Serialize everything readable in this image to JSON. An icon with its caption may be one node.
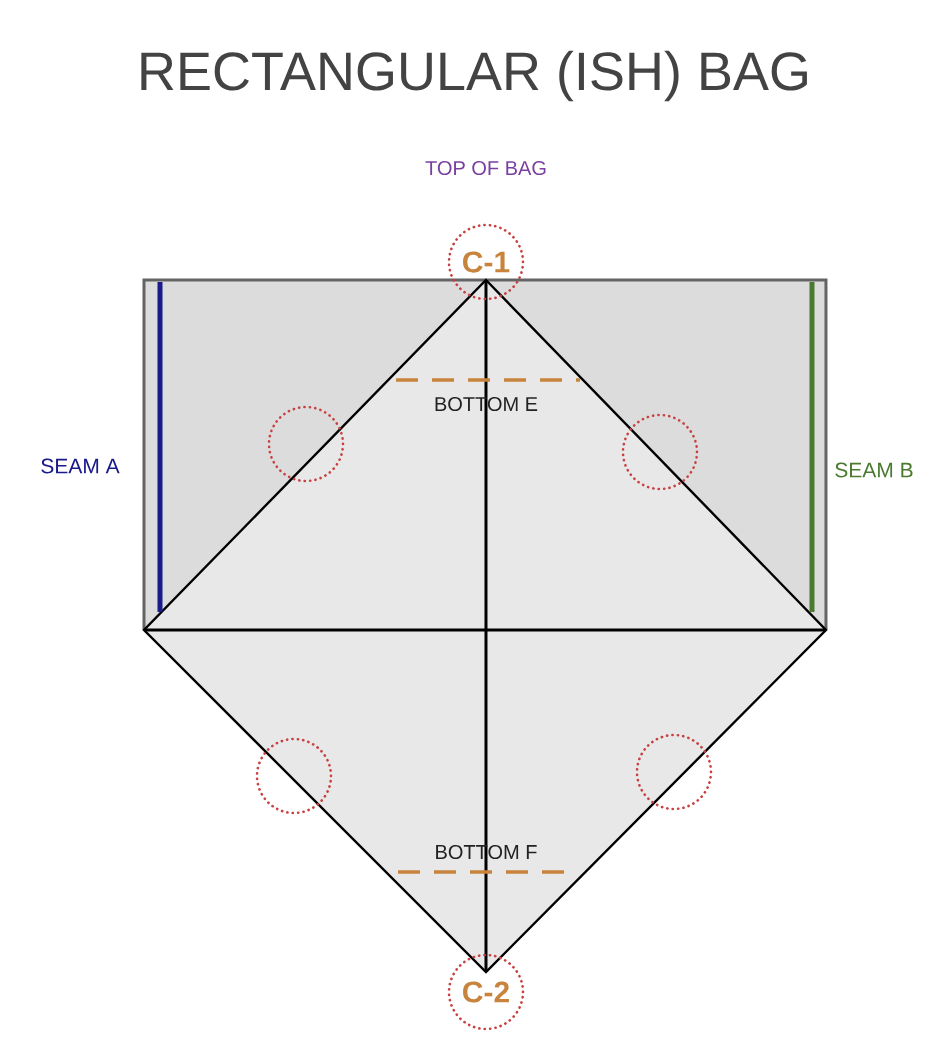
{
  "diagram": {
    "title": "RECTANGULAR (ISH) BAG",
    "nodes": [
      {
        "text": [
          "C-1"
        ]
      },
      {
        "text": [],
        "shape": "circle"
      },
      {
        "text": [],
        "shape": "circle"
      },
      {
        "text": [],
        "shape": "circle"
      },
      {
        "text": [],
        "shape": "circle"
      },
      {
        "text": [
          "C-2"
        ]
      }
    ],
    "labels": [
      "TOP OF BAG",
      "BOTTOM E",
      "SEAM A",
      "SEAM B",
      "BOTTOM F"
    ]
  }
}
